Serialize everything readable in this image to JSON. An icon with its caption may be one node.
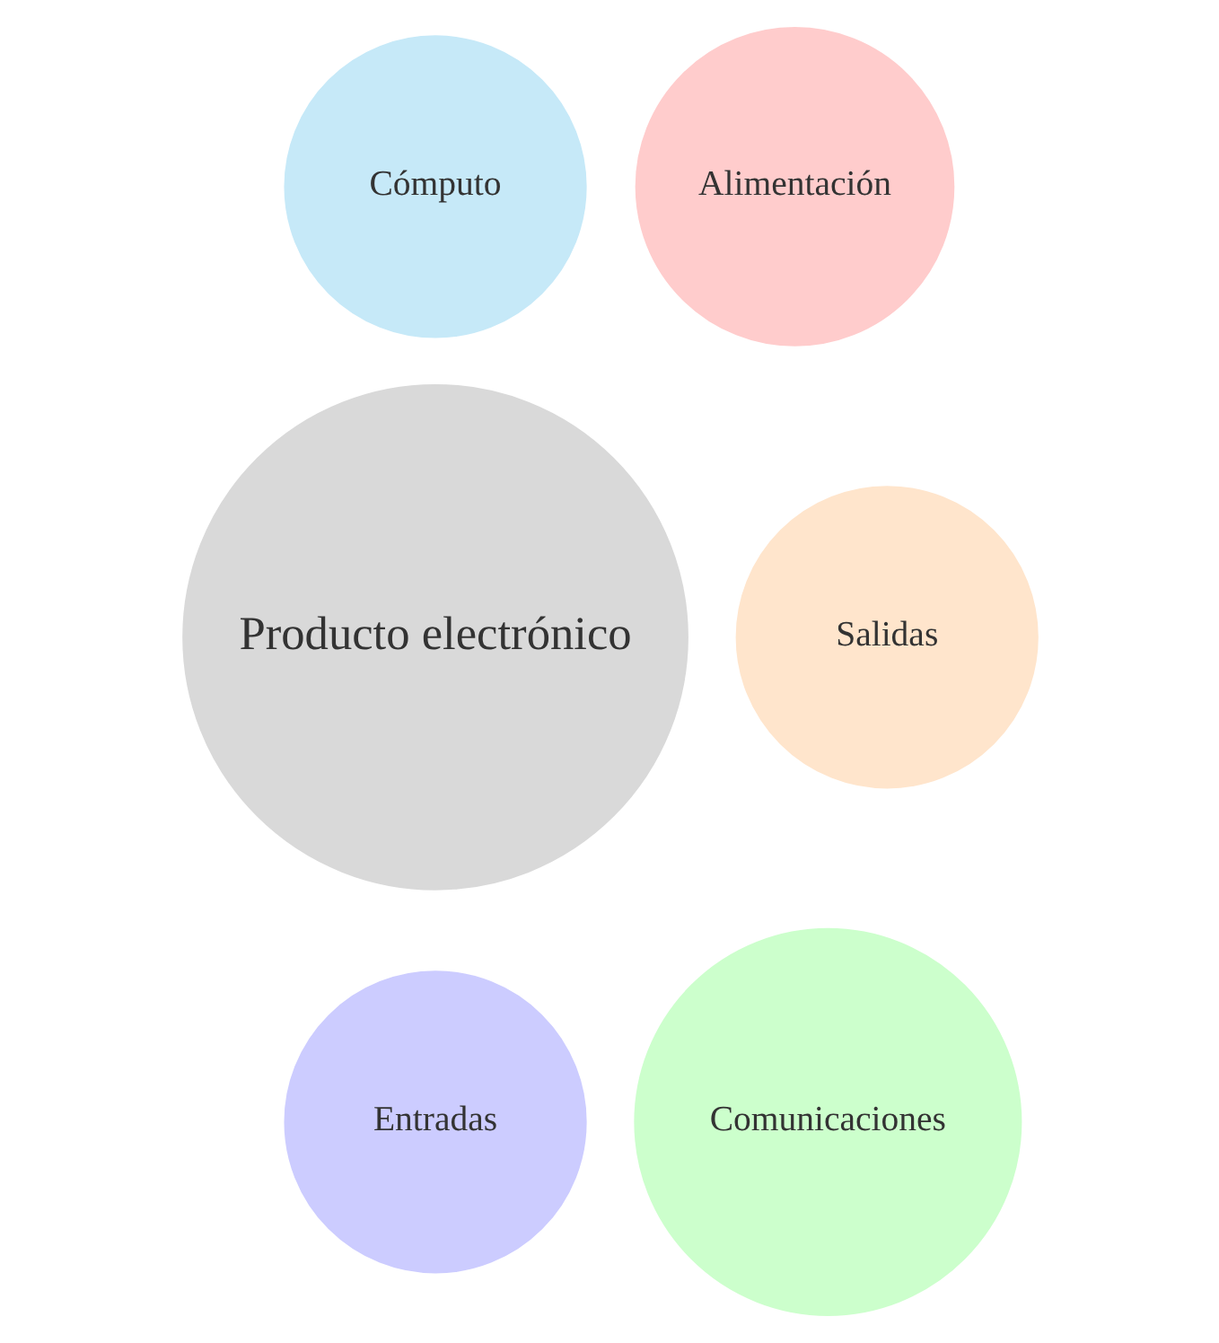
{
  "diagram": {
    "nodes": [
      {
        "text": [
          "Producto electrónico"
        ]
      },
      {
        "text": [
          "Alimentación"
        ]
      },
      {
        "text": [
          "Cómputo"
        ]
      },
      {
        "text": [
          "Salidas"
        ]
      },
      {
        "text": [
          "Entradas"
        ]
      },
      {
        "text": [
          "Comunicaciones"
        ]
      }
    ]
  }
}
